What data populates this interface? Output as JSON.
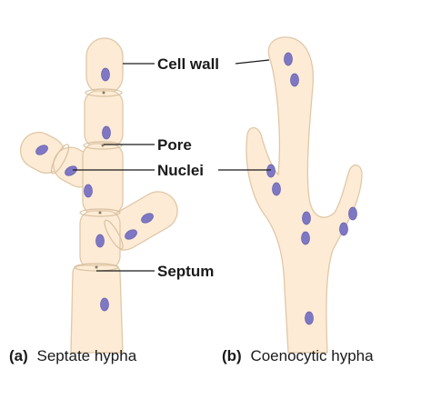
{
  "labels": {
    "cell_wall": "Cell wall",
    "pore": "Pore",
    "nuclei": "Nuclei",
    "septum": "Septum"
  },
  "captions": {
    "a_letter": "(a)",
    "a_text": "Septate hypha",
    "b_letter": "(b)",
    "b_text": "Coenocytic hypha"
  },
  "colors": {
    "cytoplasm": "#fdebd5",
    "cell_wall": "#e0c8a8",
    "nucleus": "#7e78c4",
    "text": "#1a1a1a"
  }
}
